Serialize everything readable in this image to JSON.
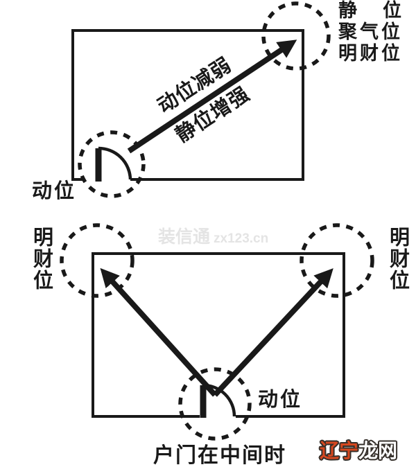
{
  "top_diagram": {
    "corner_labels": [
      "静位",
      "聚气位",
      "明财位"
    ],
    "arrow_label_upper": "动位减弱",
    "arrow_label_lower": "静位增强",
    "door_label": "动位"
  },
  "bottom_diagram": {
    "left_corner_label": "明财位",
    "right_corner_label": "明财位",
    "door_label": "动位",
    "caption": "户门在中间时"
  },
  "watermark": {
    "brand": "装信通",
    "site": "zx123.cn"
  },
  "logo": {
    "prefix": "辽宁",
    "suffix": "龙网"
  },
  "colors": {
    "ink": "#191919",
    "background": "#ffffff",
    "watermark_text": "#e4e4e4",
    "logo_prefix_fill": "#d6481f",
    "logo_suffix_fill": "#ffffff",
    "logo_outline": "#36302b"
  }
}
